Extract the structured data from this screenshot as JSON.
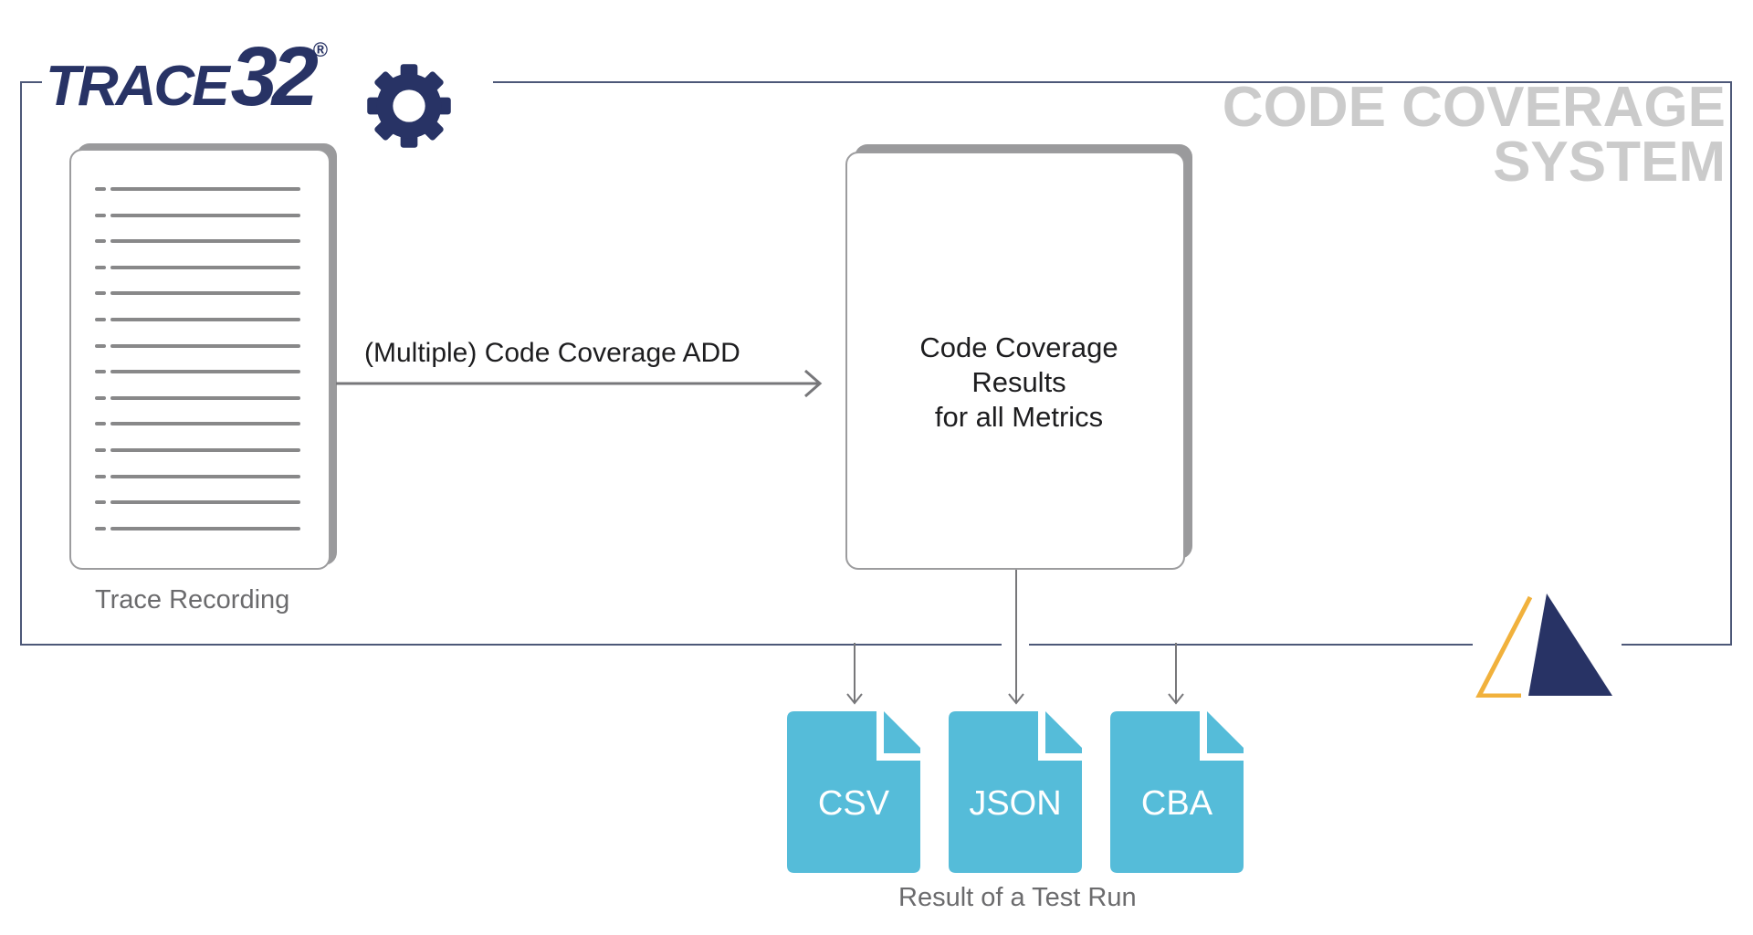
{
  "logo": {
    "word": "TRACE",
    "number": "32",
    "registered": "®"
  },
  "system_title": {
    "line1": "CODE COVERAGE",
    "line2": "SYSTEM"
  },
  "trace_recording": {
    "label": "Trace Recording"
  },
  "arrow_label": "(Multiple) Code Coverage ADD",
  "results_box": {
    "line1": "Code Coverage",
    "line2": "Results",
    "line3": "for all Metrics"
  },
  "outputs": [
    {
      "label": "CSV"
    },
    {
      "label": "JSON"
    },
    {
      "label": "CBA"
    }
  ],
  "outputs_caption": "Result of a Test Run",
  "colors": {
    "brand_navy": "#283365",
    "file_blue": "#55bcd9",
    "accent_orange": "#f1b13c",
    "title_gray": "#cbcbcb"
  },
  "icons": [
    "gear-icon",
    "document-icon",
    "file-icon",
    "triangle-logo-icon"
  ]
}
